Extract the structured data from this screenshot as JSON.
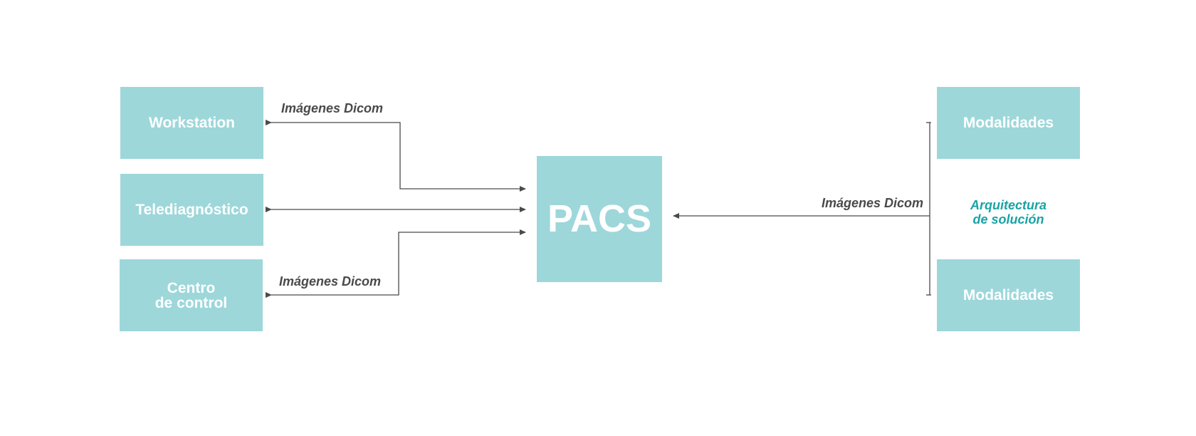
{
  "nodes": {
    "workstation": "Workstation",
    "telediagnostico": "Telediagnóstico",
    "centro_line1": "Centro",
    "centro_line2": "de control",
    "pacs": "PACS",
    "modalidades_top": "Modalidades",
    "modalidades_bottom": "Modalidades"
  },
  "edge_labels": {
    "top_left": "Imágenes Dicom",
    "bottom_left": "Imágenes Dicom",
    "right": "Imágenes Dicom"
  },
  "caption": {
    "line1": "Arquitectura",
    "line2": "de solución"
  },
  "colors": {
    "box_fill": "#9dd7da",
    "box_text": "#ffffff",
    "line": "#4a4a4a",
    "caption": "#1aa3a6"
  }
}
